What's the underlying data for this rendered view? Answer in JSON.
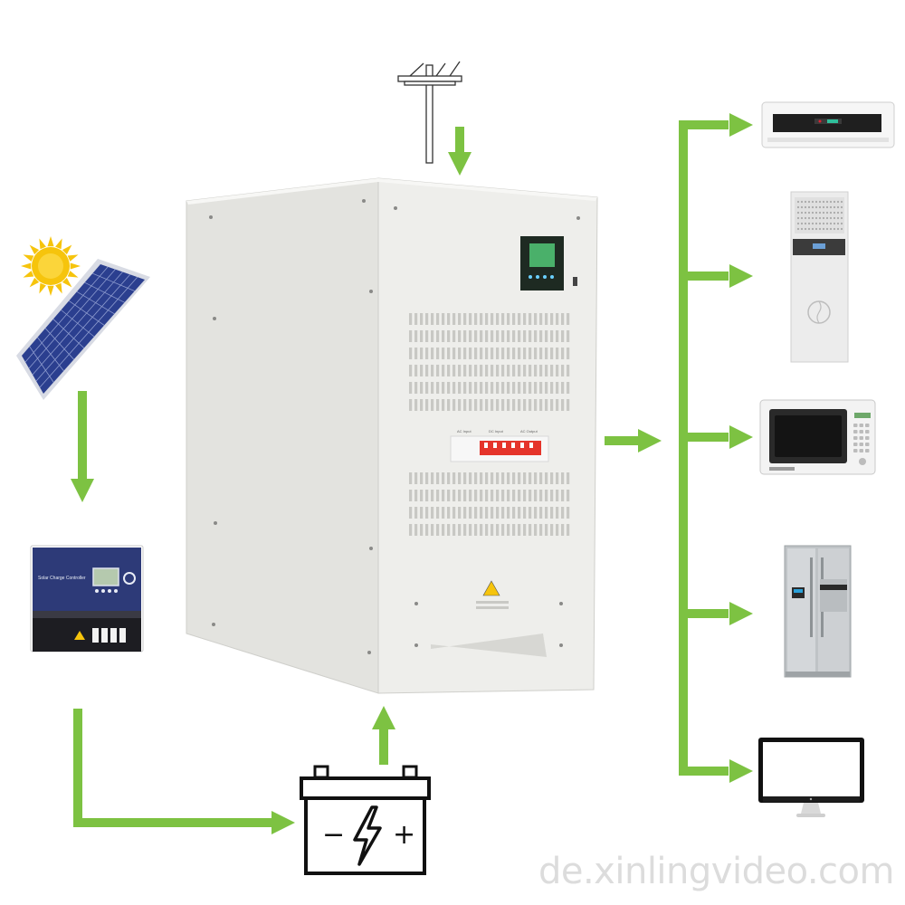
{
  "colors": {
    "flow_arrow": "#7dc242",
    "battery_outline": "#111111",
    "inverter_body": "#ececea",
    "controller_blue": "#2d3a78",
    "breaker_red": "#e5342b",
    "solar_panel": "#2b3f8f",
    "sun": "#f6c40c"
  },
  "icons": [
    "sun-icon",
    "solar-panel-icon",
    "utility-pole-icon",
    "charge-controller-icon",
    "battery-icon",
    "inverter-icon",
    "air-conditioner-icon",
    "floor-ac-icon",
    "microwave-icon",
    "refrigerator-icon",
    "monitor-icon"
  ],
  "controller": {
    "label": "Solar Charge Controller"
  },
  "inverter": {
    "breaker_labels": [
      "AC Input",
      "DC Input",
      "AC Output"
    ]
  },
  "battery": {
    "minus": "−",
    "plus": "+"
  },
  "watermark": "de.xinlingvideo.com"
}
